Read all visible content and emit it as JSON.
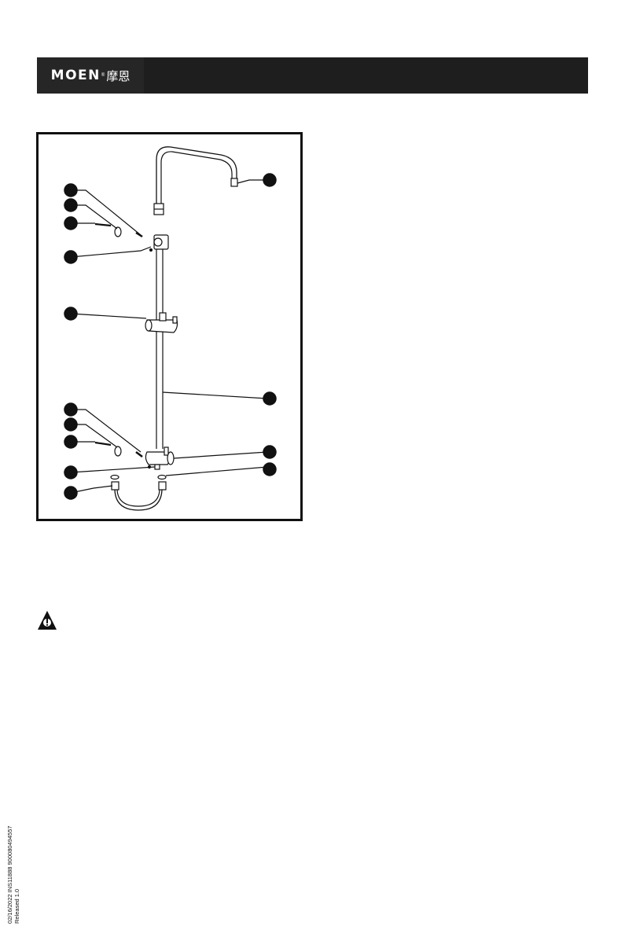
{
  "header": {
    "brand": "MOEN",
    "brand_mark": "®",
    "brand_chinese": "摩恩"
  },
  "diagram": {
    "callouts": [
      "",
      "",
      "",
      "",
      "",
      "",
      "",
      "",
      "",
      "",
      "",
      "",
      "",
      ""
    ]
  },
  "icons": {
    "warning": "warning-triangle-icon"
  },
  "footer": {
    "line1": "02/16/2022  INS11888  900080494557",
    "line2": "Released 1.0"
  },
  "colors": {
    "header_bg": "#1e1e1e",
    "logo_bg": "#262626",
    "callout_fill": "#111111"
  }
}
